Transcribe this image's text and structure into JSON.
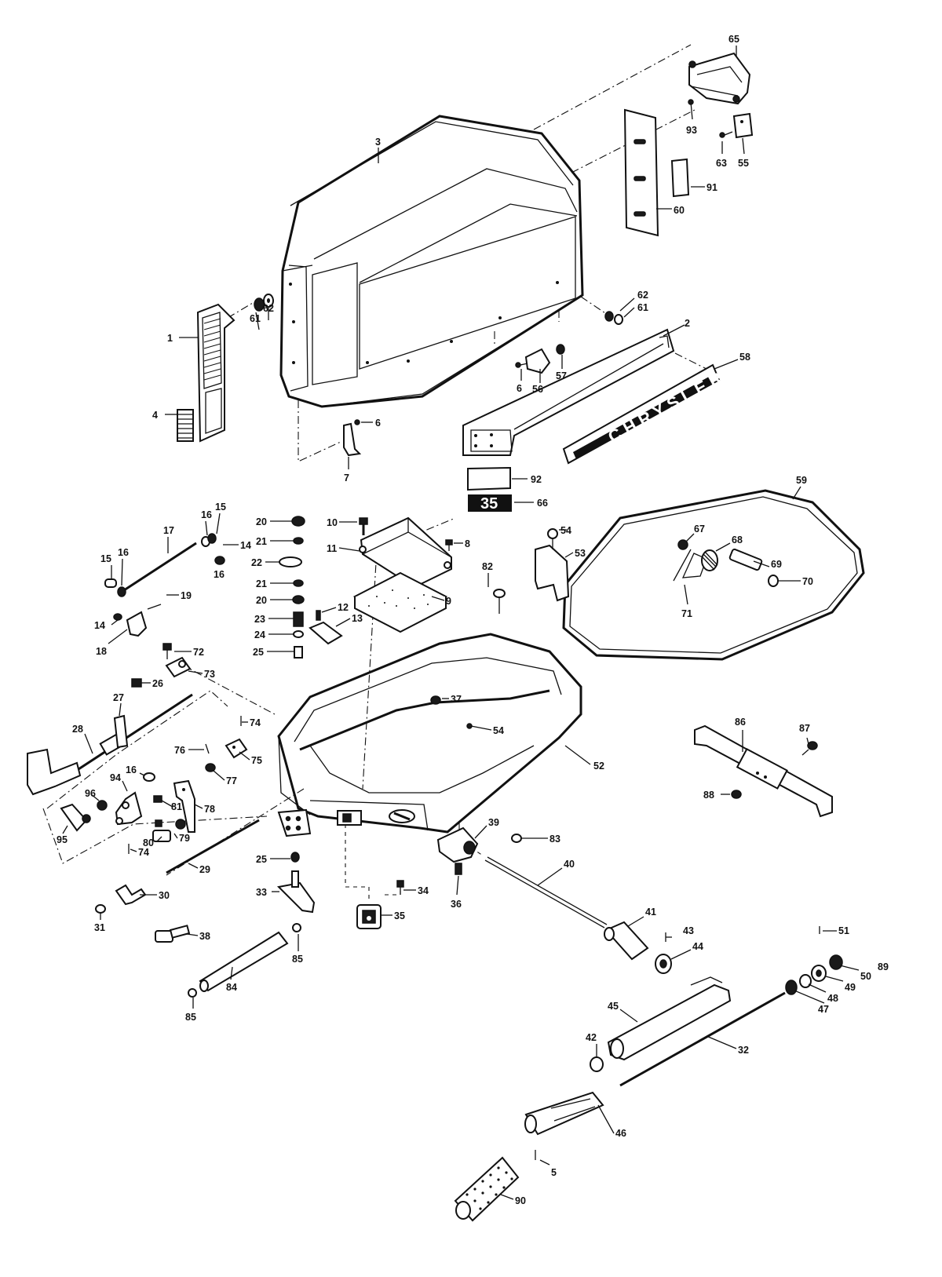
{
  "diagram": {
    "brand_text": "CHRYSLER",
    "badge_text": "35",
    "callouts": [
      {
        "id": "c1",
        "text": "1"
      },
      {
        "id": "c2",
        "text": "2"
      },
      {
        "id": "c3",
        "text": "3"
      },
      {
        "id": "c4",
        "text": "4"
      },
      {
        "id": "c5",
        "text": "5"
      },
      {
        "id": "c6a",
        "text": "6"
      },
      {
        "id": "c6b",
        "text": "6"
      },
      {
        "id": "c7",
        "text": "7"
      },
      {
        "id": "c8",
        "text": "8"
      },
      {
        "id": "c9",
        "text": "9"
      },
      {
        "id": "c10",
        "text": "10"
      },
      {
        "id": "c11",
        "text": "11"
      },
      {
        "id": "c12",
        "text": "12"
      },
      {
        "id": "c13",
        "text": "13"
      },
      {
        "id": "c14a",
        "text": "14"
      },
      {
        "id": "c14b",
        "text": "14"
      },
      {
        "id": "c15a",
        "text": "15"
      },
      {
        "id": "c15b",
        "text": "15"
      },
      {
        "id": "c16a",
        "text": "16"
      },
      {
        "id": "c16b",
        "text": "16"
      },
      {
        "id": "c16c",
        "text": "16"
      },
      {
        "id": "c16d",
        "text": "16"
      },
      {
        "id": "c17",
        "text": "17"
      },
      {
        "id": "c18",
        "text": "18"
      },
      {
        "id": "c19",
        "text": "19"
      },
      {
        "id": "c20a",
        "text": "20"
      },
      {
        "id": "c20b",
        "text": "20"
      },
      {
        "id": "c21a",
        "text": "21"
      },
      {
        "id": "c21b",
        "text": "21"
      },
      {
        "id": "c22",
        "text": "22"
      },
      {
        "id": "c23",
        "text": "23"
      },
      {
        "id": "c24",
        "text": "24"
      },
      {
        "id": "c25a",
        "text": "25"
      },
      {
        "id": "c25b",
        "text": "25"
      },
      {
        "id": "c26",
        "text": "26"
      },
      {
        "id": "c27",
        "text": "27"
      },
      {
        "id": "c28",
        "text": "28"
      },
      {
        "id": "c29",
        "text": "29"
      },
      {
        "id": "c30",
        "text": "30"
      },
      {
        "id": "c31",
        "text": "31"
      },
      {
        "id": "c32",
        "text": "32"
      },
      {
        "id": "c33",
        "text": "33"
      },
      {
        "id": "c34",
        "text": "34"
      },
      {
        "id": "c35",
        "text": "35"
      },
      {
        "id": "c36",
        "text": "36"
      },
      {
        "id": "c37",
        "text": "37"
      },
      {
        "id": "c38",
        "text": "38"
      },
      {
        "id": "c39",
        "text": "39"
      },
      {
        "id": "c40",
        "text": "40"
      },
      {
        "id": "c41",
        "text": "41"
      },
      {
        "id": "c42",
        "text": "42"
      },
      {
        "id": "c43",
        "text": "43"
      },
      {
        "id": "c44",
        "text": "44"
      },
      {
        "id": "c45",
        "text": "45"
      },
      {
        "id": "c46",
        "text": "46"
      },
      {
        "id": "c47",
        "text": "47"
      },
      {
        "id": "c48",
        "text": "48"
      },
      {
        "id": "c49",
        "text": "49"
      },
      {
        "id": "c50",
        "text": "50"
      },
      {
        "id": "c51",
        "text": "51"
      },
      {
        "id": "c52",
        "text": "52"
      },
      {
        "id": "c53",
        "text": "53"
      },
      {
        "id": "c54a",
        "text": "54"
      },
      {
        "id": "c54b",
        "text": "54"
      },
      {
        "id": "c55",
        "text": "55"
      },
      {
        "id": "c56",
        "text": "56"
      },
      {
        "id": "c57",
        "text": "57"
      },
      {
        "id": "c58",
        "text": "58"
      },
      {
        "id": "c59",
        "text": "59"
      },
      {
        "id": "c60",
        "text": "60"
      },
      {
        "id": "c61a",
        "text": "61"
      },
      {
        "id": "c61b",
        "text": "61"
      },
      {
        "id": "c62a",
        "text": "62"
      },
      {
        "id": "c62b",
        "text": "62"
      },
      {
        "id": "c63",
        "text": "63"
      },
      {
        "id": "c65",
        "text": "65"
      },
      {
        "id": "c66",
        "text": "66"
      },
      {
        "id": "c67",
        "text": "67"
      },
      {
        "id": "c68",
        "text": "68"
      },
      {
        "id": "c69",
        "text": "69"
      },
      {
        "id": "c70",
        "text": "70"
      },
      {
        "id": "c71",
        "text": "71"
      },
      {
        "id": "c72",
        "text": "72"
      },
      {
        "id": "c73",
        "text": "73"
      },
      {
        "id": "c74a",
        "text": "74"
      },
      {
        "id": "c74b",
        "text": "74"
      },
      {
        "id": "c75",
        "text": "75"
      },
      {
        "id": "c76",
        "text": "76"
      },
      {
        "id": "c77",
        "text": "77"
      },
      {
        "id": "c78",
        "text": "78"
      },
      {
        "id": "c79",
        "text": "79"
      },
      {
        "id": "c80",
        "text": "80"
      },
      {
        "id": "c81",
        "text": "81"
      },
      {
        "id": "c82",
        "text": "82"
      },
      {
        "id": "c83",
        "text": "83"
      },
      {
        "id": "c84",
        "text": "84"
      },
      {
        "id": "c85a",
        "text": "85"
      },
      {
        "id": "c85b",
        "text": "85"
      },
      {
        "id": "c86",
        "text": "86"
      },
      {
        "id": "c87",
        "text": "87"
      },
      {
        "id": "c88",
        "text": "88"
      },
      {
        "id": "c89",
        "text": "89"
      },
      {
        "id": "c90",
        "text": "90"
      },
      {
        "id": "c91",
        "text": "91"
      },
      {
        "id": "c92",
        "text": "92"
      },
      {
        "id": "c93",
        "text": "93"
      },
      {
        "id": "c94",
        "text": "94"
      },
      {
        "id": "c95",
        "text": "95"
      },
      {
        "id": "c96",
        "text": "96"
      }
    ]
  }
}
